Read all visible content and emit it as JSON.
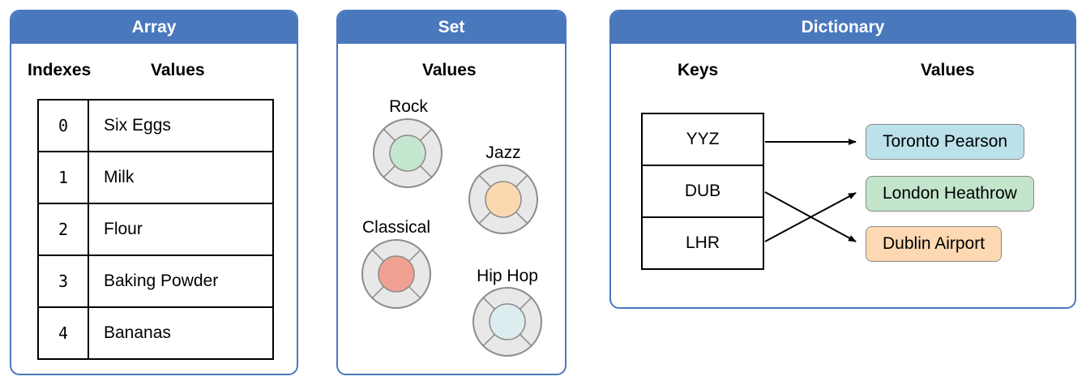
{
  "array": {
    "title": "Array",
    "indexes_heading": "Indexes",
    "values_heading": "Values",
    "rows": [
      {
        "index": "0",
        "value": "Six Eggs"
      },
      {
        "index": "1",
        "value": "Milk"
      },
      {
        "index": "2",
        "value": "Flour"
      },
      {
        "index": "3",
        "value": "Baking Powder"
      },
      {
        "index": "4",
        "value": "Bananas"
      }
    ]
  },
  "set": {
    "title": "Set",
    "values_heading": "Values",
    "items": [
      {
        "label": "Rock",
        "color": "#c5e6cf"
      },
      {
        "label": "Jazz",
        "color": "#fcd8b0"
      },
      {
        "label": "Classical",
        "color": "#f1a192"
      },
      {
        "label": "Hip Hop",
        "color": "#ddecef"
      }
    ]
  },
  "dictionary": {
    "title": "Dictionary",
    "keys_heading": "Keys",
    "values_heading": "Values",
    "keys": [
      "YYZ",
      "DUB",
      "LHR"
    ],
    "values": [
      {
        "label": "Toronto Pearson",
        "color": "#bbe1eb"
      },
      {
        "label": "London Heathrow",
        "color": "#c2e5cb"
      },
      {
        "label": "Dublin Airport",
        "color": "#fcd9b2"
      }
    ],
    "mapping": [
      0,
      2,
      1
    ]
  },
  "colors": {
    "accent": "#4a78bd",
    "knob_ring": "#e8e8e8",
    "knob_border": "#8c8c8c"
  }
}
